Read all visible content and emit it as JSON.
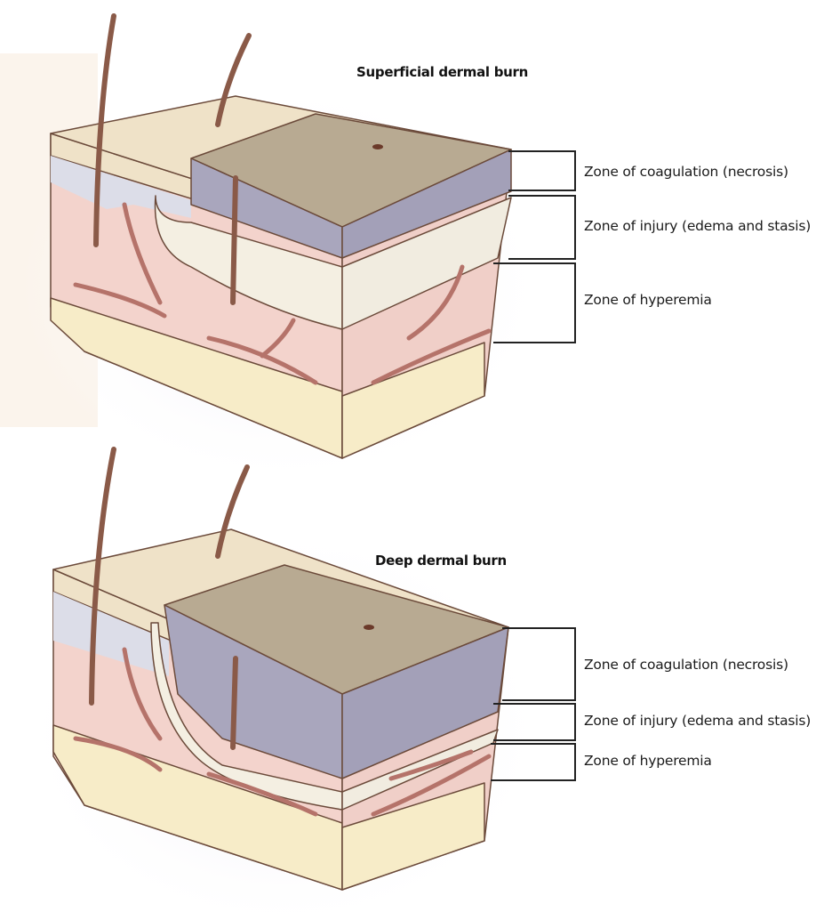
{
  "diagrams": [
    {
      "title": "Superficial dermal burn",
      "zones": [
        {
          "label": "Zone of coagulation (necrosis)"
        },
        {
          "label": "Zone of injury (edema and stasis)"
        },
        {
          "label": "Zone of hyperemia"
        }
      ]
    },
    {
      "title": "Deep dermal burn",
      "zones": [
        {
          "label": "Zone of coagulation (necrosis)"
        },
        {
          "label": "Zone of injury (edema and stasis)"
        },
        {
          "label": "Zone of hyperemia"
        }
      ]
    }
  ],
  "colors": {
    "epidermis": "#efe2c8",
    "dermis": "#f3d3cc",
    "fat": "#f7ecc8",
    "necrosis_top": "#b8aa92",
    "necrosis_side": "#a9a6bd",
    "edema": "#f4efe2",
    "vessel": "#b5736a",
    "hair": "#8a5a48",
    "outline": "#6b4a3a"
  }
}
